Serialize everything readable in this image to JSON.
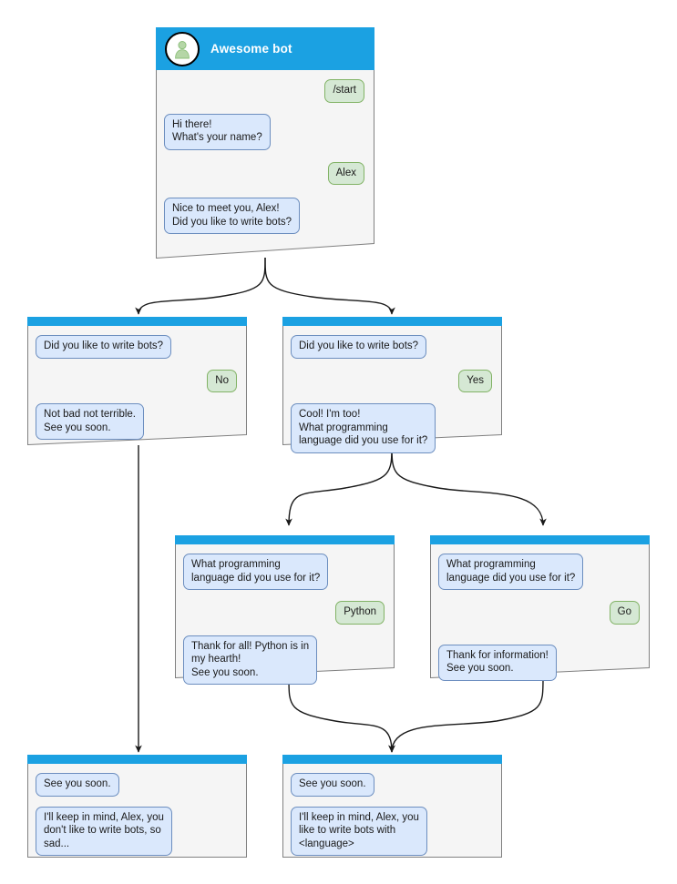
{
  "diagram": {
    "title": "Awesome bot conversation flow",
    "colors": {
      "header_blue": "#1ba1e2",
      "node_background": "#f5f5f5",
      "node_border": "#808080",
      "bot_bubble_fill": "#dae8fc",
      "bot_bubble_border": "#6c8ebf",
      "user_bubble_fill": "#d5e8d4",
      "user_bubble_border": "#82b366",
      "edge_color": "#1a1a1a",
      "avatar_person": "#b5d6a7",
      "canvas": "#ffffff"
    }
  },
  "nodes": {
    "start": {
      "header": {
        "bot_name": "Awesome bot",
        "avatar": "person-avatar-icon"
      },
      "messages": [
        {
          "side": "user",
          "text": "/start"
        },
        {
          "side": "bot",
          "text": "Hi there!\nWhat's your name?"
        },
        {
          "side": "user",
          "text": "Alex"
        },
        {
          "side": "bot",
          "text": "Nice to meet you, Alex!\nDid you like to write bots?"
        }
      ]
    },
    "no_branch": {
      "messages": [
        {
          "side": "bot",
          "text": "Did you like to write bots?"
        },
        {
          "side": "user",
          "text": "No"
        },
        {
          "side": "bot",
          "text": "Not bad not terrible.\nSee you soon."
        }
      ]
    },
    "yes_branch": {
      "messages": [
        {
          "side": "bot",
          "text": "Did you like to write bots?"
        },
        {
          "side": "user",
          "text": "Yes"
        },
        {
          "side": "bot",
          "text": "Cool! I'm too!\nWhat programming\nlanguage did you use for it?"
        }
      ]
    },
    "python_branch": {
      "messages": [
        {
          "side": "bot",
          "text": "What programming\nlanguage did you use for it?"
        },
        {
          "side": "user",
          "text": "Python"
        },
        {
          "side": "bot",
          "text": "Thank for all! Python is in\nmy hearth!\nSee you soon."
        }
      ]
    },
    "go_branch": {
      "messages": [
        {
          "side": "bot",
          "text": "What programming\nlanguage did you use for it?"
        },
        {
          "side": "user",
          "text": "Go"
        },
        {
          "side": "bot",
          "text": "Thank for information!\nSee you soon."
        }
      ]
    },
    "end_sad": {
      "messages": [
        {
          "side": "bot",
          "text": "See you soon."
        },
        {
          "side": "bot",
          "text": "I'll keep in mind, Alex, you\ndon't like to write bots, so\nsad..."
        }
      ]
    },
    "end_happy": {
      "messages": [
        {
          "side": "bot",
          "text": "See you soon."
        },
        {
          "side": "bot",
          "text": "I'll keep in mind, Alex, you\nlike to write bots with\n<language>"
        }
      ]
    }
  }
}
